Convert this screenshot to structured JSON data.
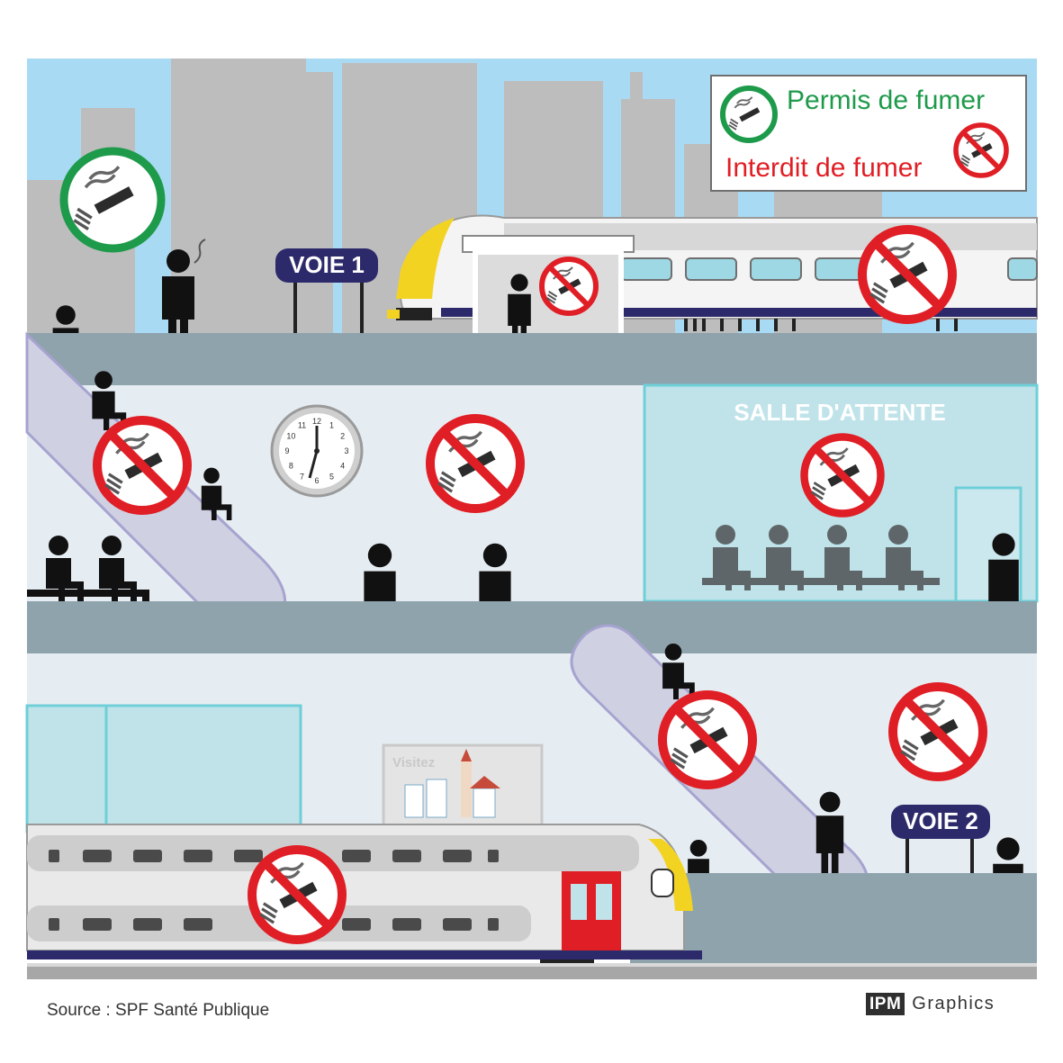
{
  "legend": {
    "allowed_label": "Permis de fumer",
    "forbidden_label": "Interdit de fumer"
  },
  "signs": {
    "platform_1": "VOIE 1",
    "platform_2": "VOIE 2",
    "waiting_room": "SALLE D'ATTENTE",
    "poster": "Visitez"
  },
  "clock": {
    "numbers": [
      "12",
      "1",
      "2",
      "3",
      "4",
      "5",
      "6",
      "7",
      "8",
      "9",
      "10",
      "11"
    ]
  },
  "footer": {
    "source": "Source : SPF Santé Publique",
    "brand_logo": "IPM",
    "brand_text": "Graphics"
  },
  "colors": {
    "allowed": "#1e9a4b",
    "forbidden": "#e01e25",
    "sign_bg": "#2d2a6b",
    "sky": "#a9daf3",
    "floor": "#8fa3ad"
  },
  "icons": [
    "smoking-allowed-icon",
    "no-smoking-icon",
    "clock-icon",
    "escalator-icon",
    "train-icon",
    "person-icon"
  ]
}
